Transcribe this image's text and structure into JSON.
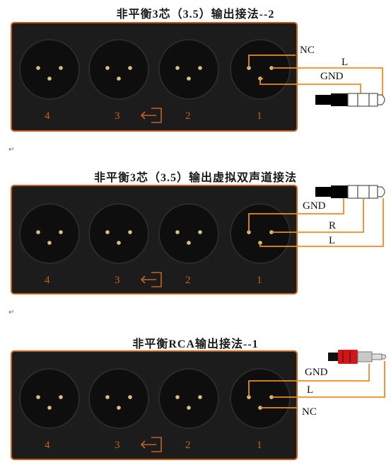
{
  "colors": {
    "panel": "#1c1c1c",
    "panel_border": "#c8601c",
    "wire": "#f08a1e",
    "connector": "#0e0e0e",
    "pin": "#d9c27a",
    "number": "#c8601c"
  },
  "paragraph_mark": "↵",
  "connector_numbers": [
    "4",
    "3",
    "2",
    "1"
  ],
  "icons": [
    "input-arrow-icon",
    "trs-plug-icon",
    "rca-plug-icon"
  ],
  "sections": [
    {
      "title": "非平衡3芯（3.5）输出接法--2",
      "labels": {
        "a": "NC",
        "b": "L",
        "c": "GND"
      }
    },
    {
      "title": "非平衡3芯（3.5）输出虚拟双声道接法",
      "labels": {
        "a": "GND",
        "b": "R",
        "c": "L"
      }
    },
    {
      "title": "非平衡RCA输出接法--1",
      "labels": {
        "a": "GND",
        "b": "L",
        "c": "NC"
      }
    }
  ]
}
